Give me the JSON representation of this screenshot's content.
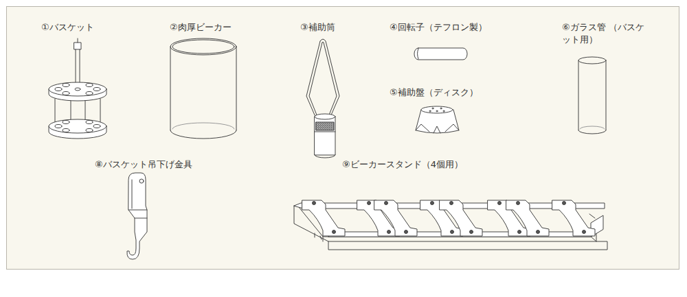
{
  "diagram": {
    "labels": [
      "①バスケット",
      "②肉厚ビーカー",
      "③補助筒",
      "④回転子（テフロン製）",
      "⑤補助盤（ディスク）",
      "⑥ガラス管 （バスケット用）",
      "⑧バスケット吊下げ金具",
      "⑨ビーカースタンド（4個用）"
    ]
  }
}
